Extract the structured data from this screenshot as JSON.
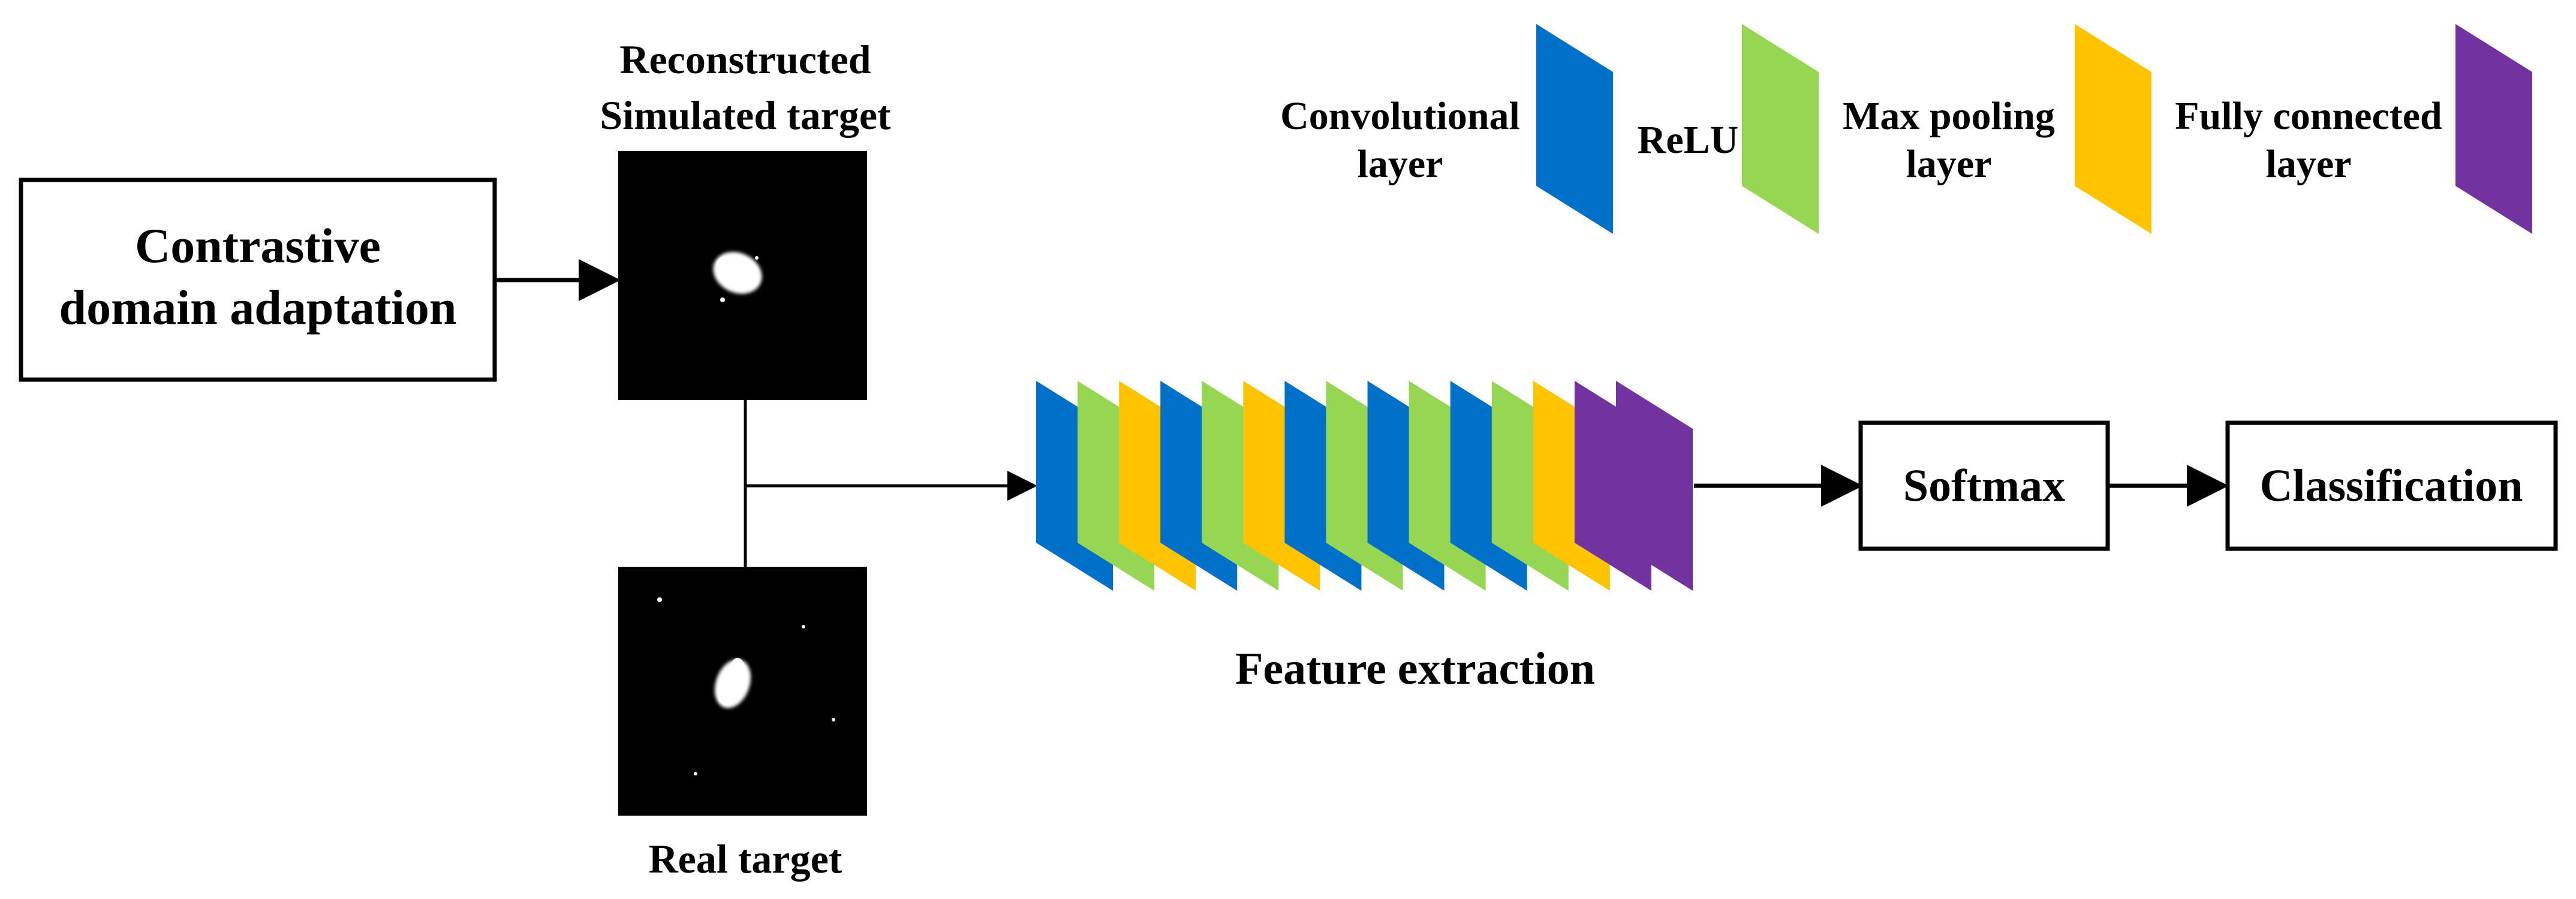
{
  "colors": {
    "convolutional": "#0070C8",
    "relu": "#96D653",
    "max_pooling": "#FFC300",
    "fully_connected": "#7232A0",
    "box_border": "#000000",
    "image_background": "#000000"
  },
  "legend": {
    "convolutional": {
      "line1": "Convolutional",
      "line2": "layer"
    },
    "relu": {
      "line1": "ReLU"
    },
    "max_pooling": {
      "line1": "Max pooling",
      "line2": "layer"
    },
    "fully_connected": {
      "line1": "Fully connected",
      "line2": "layer"
    }
  },
  "boxes": {
    "domain_adaptation": {
      "line1": "Contrastive",
      "line2": "domain adaptation"
    },
    "softmax": "Softmax",
    "classification": "Classification"
  },
  "images": {
    "simulated": {
      "line1": "Reconstructed",
      "line2": "Simulated target"
    },
    "real": "Real target"
  },
  "feature_extraction": {
    "label": "Feature extraction",
    "layer_sequence": [
      "convolutional",
      "relu",
      "max_pooling",
      "convolutional",
      "relu",
      "max_pooling",
      "convolutional",
      "relu",
      "convolutional",
      "relu",
      "convolutional",
      "relu",
      "max_pooling",
      "fully_connected",
      "fully_connected"
    ]
  }
}
